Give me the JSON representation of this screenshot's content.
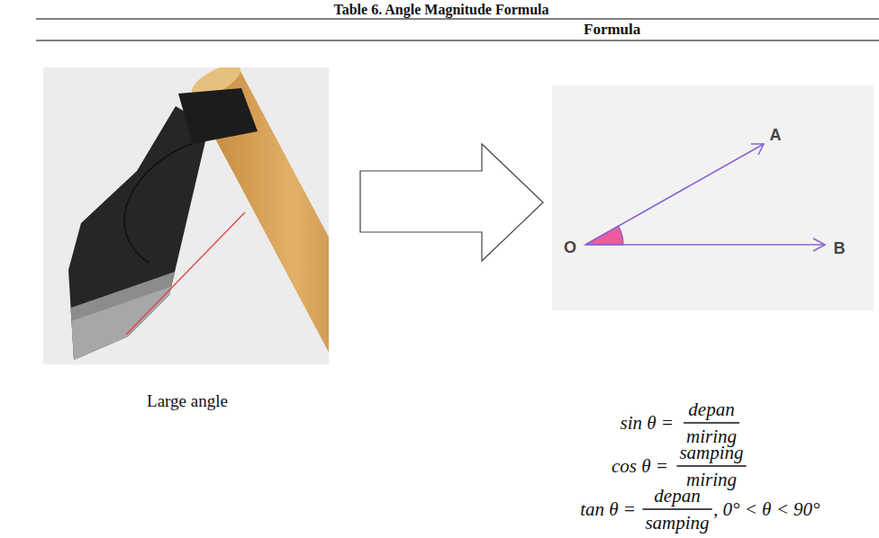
{
  "diagram": {
    "title": "Table 6. Angle Magnitude Formula",
    "labels": [
      "Formula",
      "Large angle",
      "A",
      "O",
      "B",
      "sin θ =",
      "depan",
      "miring",
      "cos θ =",
      "samping",
      "miring",
      "tan θ =",
      "depan",
      "samping",
      ", 0° < θ < 90°"
    ]
  }
}
